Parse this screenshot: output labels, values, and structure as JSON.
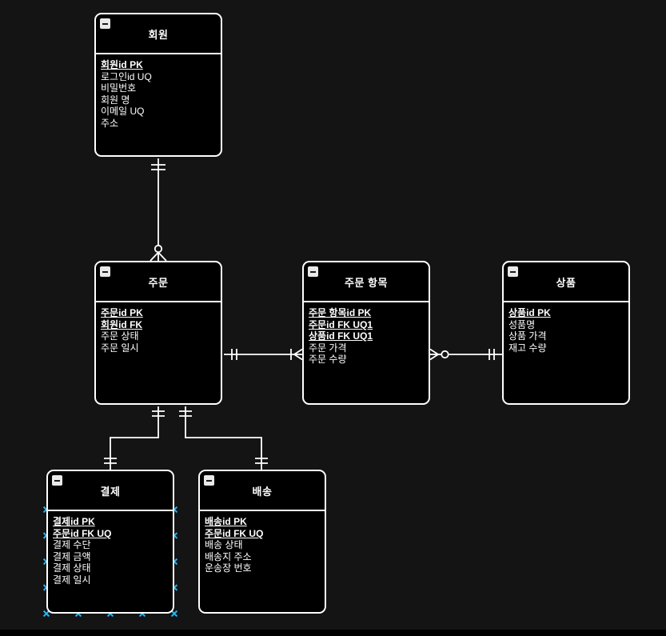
{
  "diagram_type": "entity-relationship",
  "colors": {
    "canvas": "#141414",
    "entity_fill": "#000000",
    "entity_border": "#ffffff",
    "text": "#ffffff",
    "selection_handle": "#29b6f2"
  },
  "icons": {
    "collapse": "collapse-minus-icon"
  },
  "selection": {
    "selected_entity": "결제",
    "selected_part": "fields-section",
    "handle_color": "#29b6f2"
  },
  "entities": [
    {
      "title": "회원",
      "fields": [
        {
          "label": "회원id PK",
          "key": true
        },
        {
          "label": "로그인id UQ",
          "key": false
        },
        {
          "label": "비밀번호",
          "key": false
        },
        {
          "label": "회원 명",
          "key": false
        },
        {
          "label": "이메일 UQ",
          "key": false
        },
        {
          "label": "주소",
          "key": false
        }
      ]
    },
    {
      "title": "주문",
      "fields": [
        {
          "label": "주문id PK",
          "key": true
        },
        {
          "label": "회원id FK",
          "key": true
        },
        {
          "label": "주문 상태",
          "key": false
        },
        {
          "label": "주문 일시",
          "key": false
        }
      ]
    },
    {
      "title": "주문 항목",
      "fields": [
        {
          "label": "주문 항목id PK",
          "key": true
        },
        {
          "label": "주문id FK UQ1",
          "key": true
        },
        {
          "label": "상품id FK UQ1",
          "key": true
        },
        {
          "label": "주문 가격",
          "key": false
        },
        {
          "label": "주문 수량",
          "key": false
        }
      ]
    },
    {
      "title": "상품",
      "fields": [
        {
          "label": "상품id PK",
          "key": true
        },
        {
          "label": "성품명",
          "key": false
        },
        {
          "label": "상품 가격",
          "key": false
        },
        {
          "label": "재고 수량",
          "key": false
        }
      ]
    },
    {
      "title": "결제",
      "fields": [
        {
          "label": "결제id PK",
          "key": true
        },
        {
          "label": "주문id FK UQ",
          "key": true
        },
        {
          "label": "결제 수단",
          "key": false
        },
        {
          "label": "결제 금액",
          "key": false
        },
        {
          "label": "결제 상태",
          "key": false
        },
        {
          "label": "결제 일시",
          "key": false
        }
      ]
    },
    {
      "title": "배송",
      "fields": [
        {
          "label": "배송id PK",
          "key": true
        },
        {
          "label": "주문id FK UQ",
          "key": true
        },
        {
          "label": "배송 상태",
          "key": false
        },
        {
          "label": "배송지 주소",
          "key": false
        },
        {
          "label": "운송장 번호",
          "key": false
        }
      ]
    }
  ],
  "relationships": [
    {
      "from": "회원",
      "to": "주문",
      "from_cardinality": "one-and-only-one",
      "to_cardinality": "zero-or-many"
    },
    {
      "from": "주문",
      "to": "주문 항목",
      "from_cardinality": "one-and-only-one",
      "to_cardinality": "one-or-many"
    },
    {
      "from": "주문 항목",
      "to": "상품",
      "from_cardinality": "zero-or-many",
      "to_cardinality": "one-and-only-one"
    },
    {
      "from": "주문",
      "to": "결제",
      "from_cardinality": "one-and-only-one",
      "to_cardinality": "one-and-only-one"
    },
    {
      "from": "주문",
      "to": "배송",
      "from_cardinality": "one-and-only-one",
      "to_cardinality": "one-and-only-one"
    }
  ]
}
